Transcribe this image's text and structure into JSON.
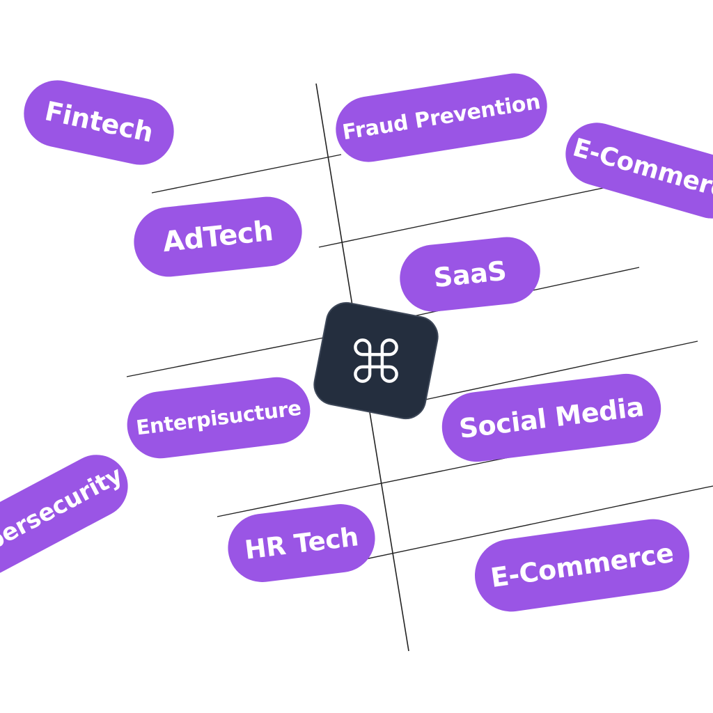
{
  "tags": [
    {
      "id": "fintech",
      "label": "Fintech",
      "icon": "tag"
    },
    {
      "id": "fraud-prevention",
      "label": "Fraud Prevention",
      "icon": "tag"
    },
    {
      "id": "e-commerce-top",
      "label": "E-Commerce",
      "icon": "tag"
    },
    {
      "id": "adtech",
      "label": "AdTech",
      "icon": "tag"
    },
    {
      "id": "saas",
      "label": "SaaS",
      "icon": "tag"
    },
    {
      "id": "enterprise",
      "label": "Enterpisucture",
      "icon": "tag"
    },
    {
      "id": "social-media",
      "label": "Social Media",
      "icon": "tag"
    },
    {
      "id": "cybersecurity",
      "label": "Cybersecurity",
      "icon": "tag"
    },
    {
      "id": "hr-tech",
      "label": "HR Tech",
      "icon": "tag"
    },
    {
      "id": "e-commerce-bottom",
      "label": "E-Commerce",
      "icon": "tag"
    }
  ],
  "center_key": {
    "icon": "command-key-icon",
    "symbol": "⌘"
  },
  "colors": {
    "pill_fill": "#9a55e5",
    "pill_text": "#ffffff",
    "key_fill": "#242e3e",
    "key_glyph": "#ffffff",
    "line_stroke": "#222222",
    "background": "#ffffff"
  }
}
